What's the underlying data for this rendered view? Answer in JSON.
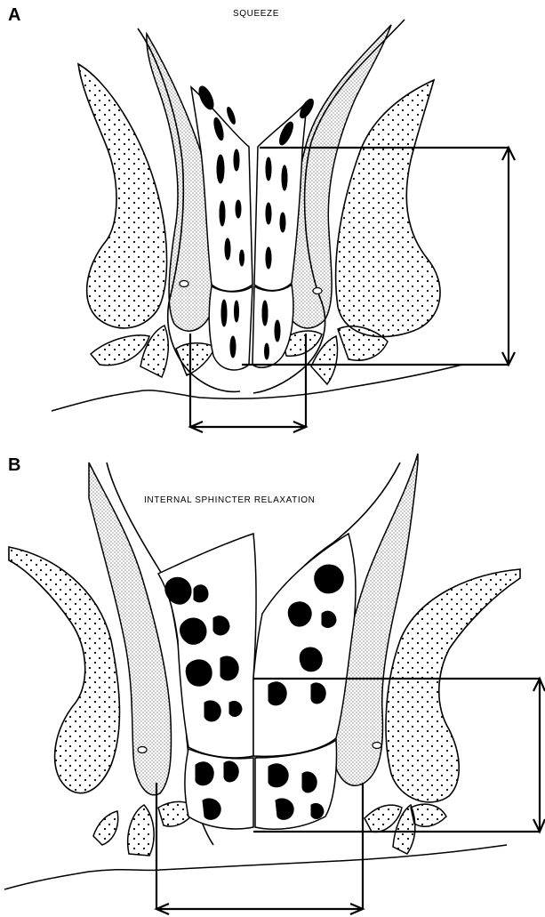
{
  "panels": [
    {
      "letter": "A",
      "caption": "SQUEEZE"
    },
    {
      "letter": "B",
      "caption": "INTERNAL SPHINCTER RELAXATION"
    }
  ],
  "colors": {
    "ink": "#000000",
    "paper": "#ffffff"
  }
}
